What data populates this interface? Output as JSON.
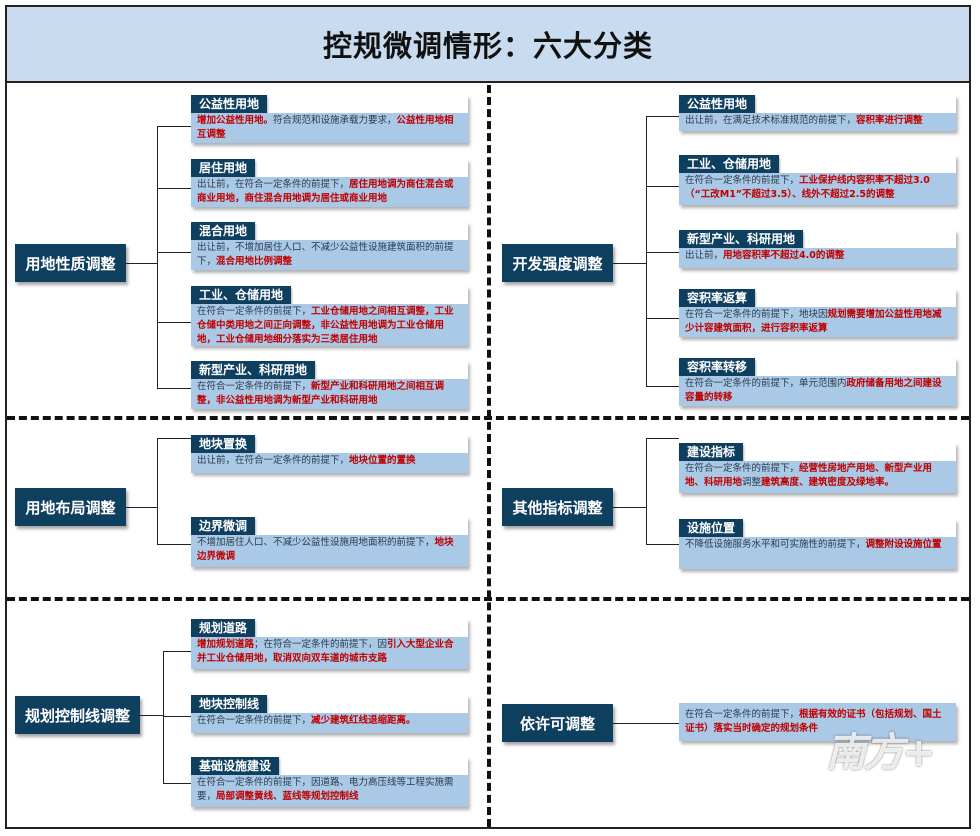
{
  "title": "控规微调情形：六大分类",
  "logo": "南方+",
  "sections": {
    "land_use": {
      "label": "用地性质调整",
      "items": [
        {
          "head": "公益性用地",
          "runs": [
            {
              "t": "增加公益性用地。",
              "h": true
            },
            {
              "t": "符合规范和设施承载力要求，",
              "h": false
            },
            {
              "t": "公益性用地相互调整",
              "h": true
            }
          ]
        },
        {
          "head": "居住用地",
          "runs": [
            {
              "t": "出让前，在符合一定条件的前提下，",
              "h": false
            },
            {
              "t": "居住用地调为商住混合或商业用地，商住混合用地调为居住或商业用地",
              "h": true
            }
          ]
        },
        {
          "head": "混合用地",
          "runs": [
            {
              "t": "出让前，不增加居住人口、不减少公益性设施建筑面积的前提下，",
              "h": false
            },
            {
              "t": "混合用地比例调整",
              "h": true
            }
          ]
        },
        {
          "head": "工业、仓储用地",
          "runs": [
            {
              "t": "在符合一定条件的前提下，",
              "h": false
            },
            {
              "t": "工业仓储用地之间相互调整，工业仓储中类用地之间正向调整，非公益性用地调为工业仓储用地，工业仓储用地细分落实为三类居住用地",
              "h": true
            }
          ]
        },
        {
          "head": "新型产业、科研用地",
          "runs": [
            {
              "t": "在符合一定条件的前提下，",
              "h": false
            },
            {
              "t": "新型产业和科研用地之间相互调整，非公益性用地调为新型产业和科研用地",
              "h": true
            }
          ]
        }
      ]
    },
    "intensity": {
      "label": "开发强度调整",
      "items": [
        {
          "head": "公益性用地",
          "runs": [
            {
              "t": "出让前，在满足技术标准规范的前提下，",
              "h": false
            },
            {
              "t": "容积率进行调整",
              "h": true
            }
          ]
        },
        {
          "head": "工业、仓储用地",
          "runs": [
            {
              "t": "在符合一定条件的前提下，",
              "h": false
            },
            {
              "t": "工业保护线内容积率不超过3.0（“工改M1”不超过3.5）、线外不超过2.5的调整",
              "h": true
            }
          ]
        },
        {
          "head": "新型产业、科研用地",
          "runs": [
            {
              "t": "出让前，",
              "h": false
            },
            {
              "t": "用地容积率不超过4.0的调整",
              "h": true
            }
          ]
        },
        {
          "head": "容积率返算",
          "runs": [
            {
              "t": "在符合一定条件的前提下，地块因",
              "h": false
            },
            {
              "t": "规划需要增加公益性用地减少计容建筑面积，进行容积率返算",
              "h": true
            }
          ]
        },
        {
          "head": "容积率转移",
          "runs": [
            {
              "t": "在符合一定条件的前提下，单元范围内",
              "h": false
            },
            {
              "t": "政府储备用地之间建设容量的转移",
              "h": true
            }
          ]
        }
      ]
    },
    "layout": {
      "label": "用地布局调整",
      "items": [
        {
          "head": "地块置换",
          "runs": [
            {
              "t": "出让前，在符合一定条件的前提下，",
              "h": false
            },
            {
              "t": "地块位置的置换",
              "h": true
            }
          ]
        },
        {
          "head": "边界微调",
          "runs": [
            {
              "t": "不增加居住人口、不减少公益性设施用地面积的前提下，",
              "h": false
            },
            {
              "t": "地块边界微调",
              "h": true
            }
          ]
        }
      ]
    },
    "other": {
      "label": "其他指标调整",
      "items": [
        {
          "head": "建设指标",
          "runs": [
            {
              "t": "在符合一定条件的前提下，",
              "h": false
            },
            {
              "t": "经营性房地产用地、新型产业用地、科研用地",
              "h": true
            },
            {
              "t": "调整",
              "h": false
            },
            {
              "t": "建筑高度、建筑密度及绿地率。",
              "h": true
            }
          ]
        },
        {
          "head": "设施位置",
          "runs": [
            {
              "t": "不降低设施服务水平和可实施性的前提下，",
              "h": false
            },
            {
              "t": "调整附设设施位置",
              "h": true
            }
          ]
        }
      ]
    },
    "control_line": {
      "label": "规划控制线调整",
      "items": [
        {
          "head": "规划道路",
          "runs": [
            {
              "t": "增加规划道路",
              "h": true
            },
            {
              "t": "；在符合一定条件的前提下，因",
              "h": false
            },
            {
              "t": "引入大型企业合并工业仓储用地，取消双向双车道的城市支路",
              "h": true
            }
          ]
        },
        {
          "head": "地块控制线",
          "runs": [
            {
              "t": "在符合一定条件的前提下，",
              "h": false
            },
            {
              "t": "减少建筑红线退缩距离。",
              "h": true
            }
          ]
        },
        {
          "head": "基础设施建设",
          "runs": [
            {
              "t": "在符合一定条件的前提下，因道路、电力高压线等工程实施需要，",
              "h": false
            },
            {
              "t": "局部调整黄线、蓝线等规划控制线",
              "h": true
            }
          ]
        }
      ]
    },
    "permit": {
      "label": "依许可调整",
      "items": [
        {
          "head": "",
          "runs": [
            {
              "t": "在符合一定条件的前提下，",
              "h": false
            },
            {
              "t": "根据有效的证书（包括规划、国土证书）落实当时确定的规划条件",
              "h": true
            }
          ]
        }
      ]
    }
  }
}
